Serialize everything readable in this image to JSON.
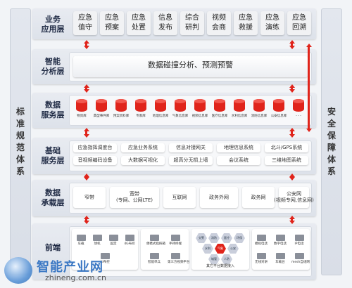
{
  "sides": {
    "left": "标\n准\n规\n范\n体\n系",
    "right": "安\n全\n保\n障\n体\n系"
  },
  "layers": {
    "business": {
      "name": "业务\n应用层",
      "tiles": [
        "应急\n值守",
        "应急\n预案",
        "应急\n处置",
        "信息\n发布",
        "综合\n研判",
        "视频\n会商",
        "应急\n救援",
        "应急\n演练",
        "应急\n回溯"
      ]
    },
    "analysis": {
      "name": "智能\n分析层",
      "bar": "数据碰撞分析、预测预警"
    },
    "data": {
      "name": "数据\n服务层",
      "dbs": [
        "物资库",
        "典型事件库",
        "预案资料库",
        "专家库",
        "地理信息库",
        "气象信息库",
        "视频信息库",
        "医疗信息库",
        "水利信息库",
        "消防信息库",
        "公安信息库",
        "……"
      ]
    },
    "base": {
      "name": "基础\n服务层",
      "row1": [
        "应急指挥调度台",
        "应急业务系统",
        "信息对接网关",
        "地理信息系统",
        "北斗/GPS系统"
      ],
      "row2": [
        "音视频编码设备",
        "大数据可视化",
        "超高分无损上墙",
        "会议系统",
        "三维地图系统"
      ]
    },
    "transport": {
      "name": "数据\n承载层",
      "nets": [
        "窄带",
        "宽带\n(专网、公网LTE)",
        "互联网",
        "政务外网",
        "政务网",
        "公安网\n(视频专网,信息网)"
      ]
    },
    "front": {
      "name": "前端",
      "g1": [
        "车载",
        "球机",
        "固定",
        "4G布控",
        "AI布控"
      ],
      "g2": [
        "便携式指挥箱",
        "手持终端",
        "智能单兵",
        "第三方视频平台"
      ],
      "hexes": [
        "交警",
        "消防",
        "医疗",
        "环保",
        "水利",
        "气象",
        "公安",
        "城管",
        "人防"
      ],
      "hexcaption": "其它平台数据接入",
      "g4": [
        "模拟电话",
        "数字电话",
        "IP电话",
        "无线对讲",
        "车载台",
        "mesh自组网"
      ]
    }
  },
  "watermark": {
    "brand": "智能产业网",
    "url": "zhineng.com.cn"
  },
  "colors": {
    "accent": "#e0241b",
    "cylinder": "#e0241b"
  }
}
